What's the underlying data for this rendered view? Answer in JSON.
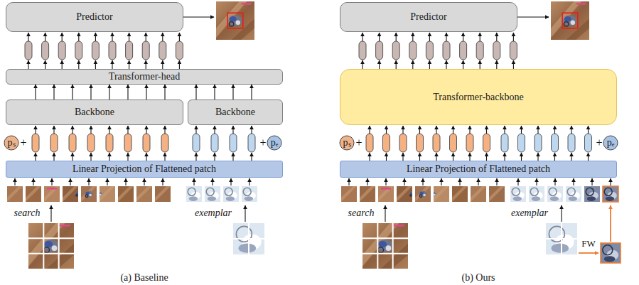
{
  "diagram": {
    "nodes": [
      {
        "text": [
          "Predictor"
        ]
      },
      {
        "text": [
          "Transformer-head"
        ]
      },
      {
        "text": [
          "Backbone"
        ]
      },
      {
        "text": [
          "Backbone"
        ]
      },
      {
        "text": [
          "pₛ"
        ]
      },
      {
        "text": [
          "pₑ"
        ]
      },
      {
        "text": [
          "Linear Projection of Flattened patch"
        ]
      },
      {
        "text": [
          "Predictor"
        ]
      },
      {
        "text": [
          "Transformer-backbone"
        ]
      },
      {
        "text": [
          "pₛ"
        ]
      },
      {
        "text": [
          "pₑ"
        ]
      },
      {
        "text": [
          "Linear Projection of Flattened patch"
        ]
      }
    ],
    "edges": [
      {
        "from": 2,
        "to": 1,
        "arrow": "to"
      },
      {
        "from": 2,
        "to": 1,
        "arrow": "to"
      },
      {
        "from": 2,
        "to": 1,
        "arrow": "to"
      },
      {
        "from": 2,
        "to": 1,
        "arrow": "to"
      },
      {
        "from": 2,
        "to": 1,
        "arrow": "to"
      },
      {
        "from": 2,
        "to": 1,
        "arrow": "to"
      },
      {
        "from": 2,
        "to": 1,
        "arrow": "to"
      },
      {
        "from": 2,
        "to": 1,
        "arrow": "to"
      },
      {
        "from": 3,
        "to": 1,
        "arrow": "to"
      },
      {
        "from": 3,
        "to": 1,
        "arrow": "to"
      },
      {
        "from": 3,
        "to": 1,
        "arrow": "to"
      },
      {
        "from": 3,
        "to": 1,
        "arrow": "to"
      }
    ],
    "labels": [
      "+",
      "+",
      "search",
      "exemplar",
      "(a) Baseline",
      "+",
      "+",
      "search",
      "exemplar",
      "FW",
      "(b) Ours"
    ]
  }
}
